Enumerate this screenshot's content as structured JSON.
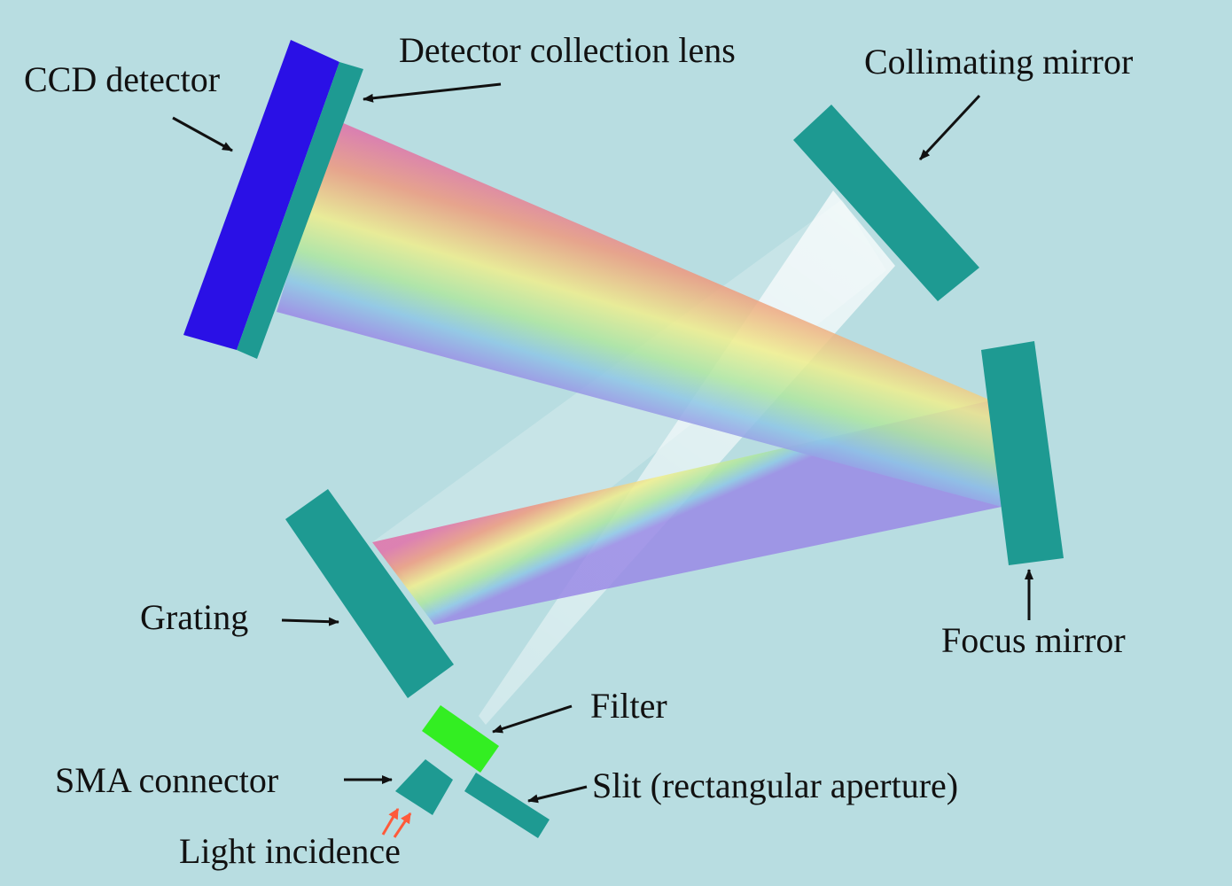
{
  "diagram": {
    "labels": {
      "ccd_detector": "CCD detector",
      "detector_lens": "Detector collection lens",
      "collimating_mirror": "Collimating mirror",
      "focus_mirror": "Focus mirror",
      "grating": "Grating",
      "filter": "Filter",
      "sma_connector": "SMA connector",
      "slit": "Slit (rectangular aperture)",
      "light_incidence": "Light incidence"
    },
    "colors": {
      "background": "#b8dde1",
      "optic": "#1e9a92",
      "detector": "#2a10e6",
      "filter": "#33ee22",
      "incident_arrow": "#ff5a3a"
    }
  }
}
